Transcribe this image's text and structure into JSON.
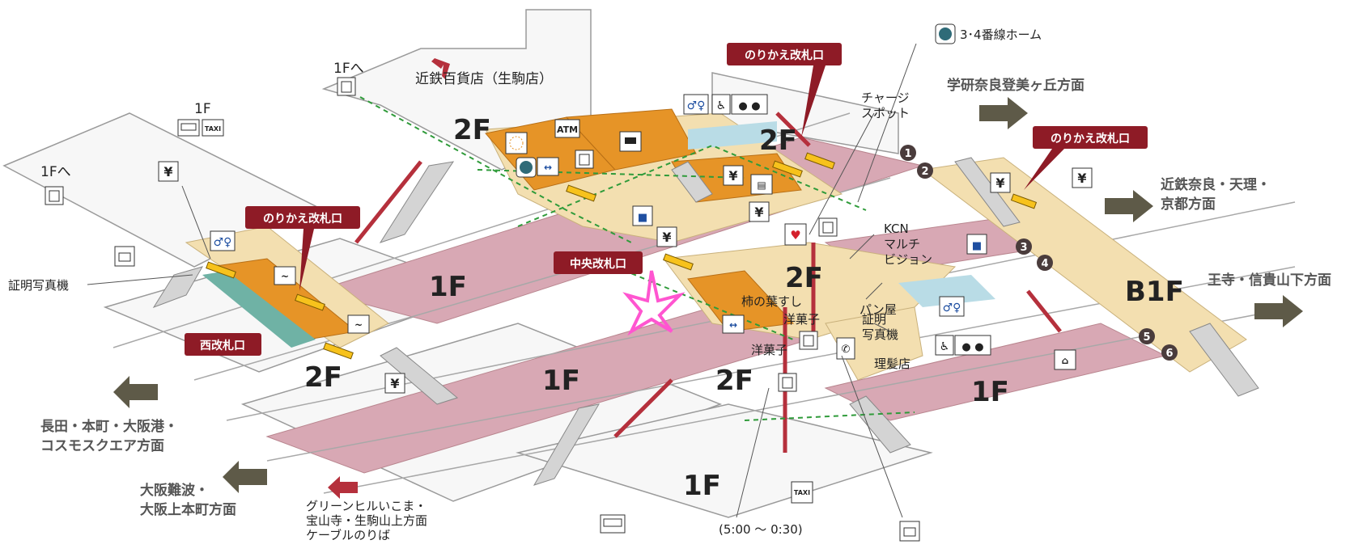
{
  "labels": {
    "kintetsu_dept": "近鉄百貨店（生駒店）",
    "to_1f_top": "1Fへ",
    "to_1f_left": "1Fへ",
    "one_f_small": "1F",
    "photo_left": "証明写真機",
    "charge_spot": "チャージ\nスポット",
    "platform_34": "3･4番線ホーム",
    "kcn_vision": "KCN\nマルチ\nビジョン",
    "bakery": "パン屋",
    "photo_right": "証明\n写真機",
    "barber": "理髪店",
    "kakinoha": "柿の葉すし",
    "yogashi1": "洋菓子",
    "yogashi2": "洋菓子",
    "hours": "(5:00 〜 0:30)",
    "atm": "ATM"
  },
  "gates": {
    "norikae_left": "のりかえ改札口",
    "norikae_top": "のりかえ改札口",
    "norikae_right": "のりかえ改札口",
    "central": "中央改札口",
    "west": "西改札口"
  },
  "directions": {
    "gakken": "学研奈良登美ヶ丘方面",
    "nara": "近鉄奈良・天理・\n京都方面",
    "oji": "王寺・信貴山下方面",
    "nagata": "長田・本町・大阪港・\nコスモスクエア方面",
    "namba": "大阪難波・\n大阪上本町方面",
    "greenhill": "グリーンヒルいこま・\n宝山寺・生駒山上方面\nケーブルのりば"
  },
  "floors": {
    "f2_a": "2F",
    "f2_b": "2F",
    "f2_c": "2F",
    "f2_d": "2F",
    "f2_e": "2F",
    "f1_a": "1F",
    "f1_b": "1F",
    "f1_c": "1F",
    "f1_d": "1F",
    "b1": "B1F"
  },
  "platform_numbers": [
    "1",
    "2",
    "3",
    "4",
    "5",
    "6"
  ],
  "icons": {
    "yen": "¥",
    "taxi": "TAXI"
  },
  "colors": {
    "platform_pink": "#d8a8b4",
    "concourse_beige": "#f3dfb0",
    "shop_orange": "#e69427",
    "gate_red": "#8e1b26",
    "teal": "#6fb2a5",
    "escalator_red": "#b5303c",
    "route_green": "#2f9b3a",
    "arrow_gray": "#5e5a48"
  }
}
